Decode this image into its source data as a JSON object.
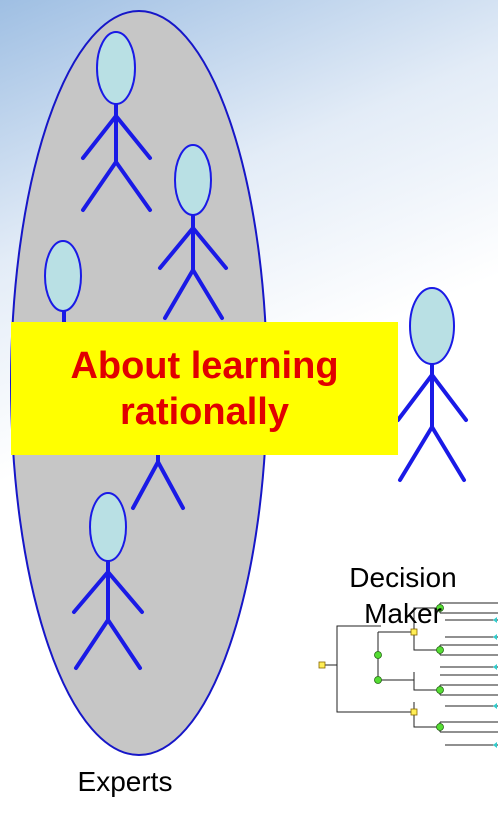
{
  "colors": {
    "background_top": "#9fbfe3",
    "background_bottom": "#ffffff",
    "ellipse_fill": "#c6c6c6",
    "ellipse_stroke": "#1616c8",
    "head_fill": "#b9e0e4",
    "figure_stroke": "#1a1ae6",
    "banner_fill": "#ffff00",
    "banner_text": "#e10000",
    "tree_node_yellow": "#ffee55",
    "tree_node_green": "#55dd33",
    "tree_node_cyan": "#33cccc"
  },
  "banner": {
    "line1": "About learning",
    "line2": "rationally"
  },
  "labels": {
    "decision_line1": "Decision",
    "decision_line2": "Maker",
    "experts": "Experts"
  },
  "icons": {
    "expert": "stick-figure-icon",
    "decision_maker": "stick-figure-icon",
    "tree": "decision-tree-icon"
  }
}
